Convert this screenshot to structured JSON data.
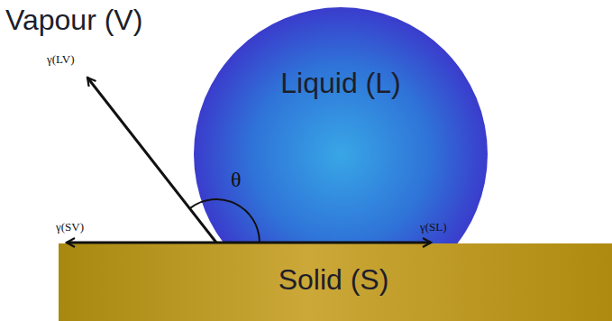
{
  "diagram": {
    "nodes": [
      {
        "text": [
          "Liquid (L)"
        ]
      },
      {
        "text": [
          "Solid (S)"
        ]
      }
    ],
    "labels": [
      "Vapour (V)",
      "γ(LV)",
      "θ",
      "γ(SV)",
      "γ(SL)"
    ]
  }
}
